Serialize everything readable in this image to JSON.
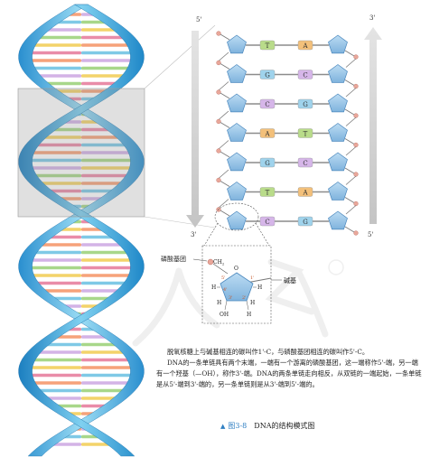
{
  "helix": {
    "rung_colors": [
      "#f6a27a",
      "#7fc9e6",
      "#d3b3e6",
      "#a8d78a",
      "#f3d36a",
      "#e98ca8"
    ]
  },
  "ladder": {
    "label_5_top": "5'",
    "label_3_top_right": "3'",
    "label_3_bottom_left": "3'",
    "label_5_bottom_right": "5'",
    "pairs": [
      {
        "left": "T",
        "right": "A"
      },
      {
        "left": "G",
        "right": "C"
      },
      {
        "left": "C",
        "right": "G"
      },
      {
        "left": "A",
        "right": "T"
      },
      {
        "left": "G",
        "right": "C"
      },
      {
        "left": "T",
        "right": "A"
      },
      {
        "left": "C",
        "right": "G"
      }
    ],
    "base_colors": {
      "T": "#b9dc8a",
      "A": "#f3c07a",
      "G": "#9fd3ec",
      "C": "#d6b6e9"
    }
  },
  "nucleotide": {
    "phosphate_label": "磷酸基团",
    "base_label": "碱基",
    "ch2": "CH",
    "ch2_sub": "2",
    "o": "O",
    "c5": "5'",
    "c1": "1'",
    "c4": "4'",
    "c3": "3'",
    "c2": "2'",
    "h": "H",
    "oh": "OH"
  },
  "description": {
    "line1": "脱氧核糖上与碱基相连的碳叫作1'-C，与磷酸基团相连的碳叫作5'-C。",
    "line2": "DNA的一条单链具有两个末端，一端有一个游离的磷酸基团，这一端称作5'-端，另一端有一个羟基（—OH），称作3'-端。DNA的两条单链走向相反，从双链的一端起始，一条单链是从5'-端到3'-端的，另一条单链则是从3'-端到5'-端的。"
  },
  "figure": {
    "marker": "▲",
    "number": "图3-8",
    "title": "DNA的结构模式图"
  }
}
